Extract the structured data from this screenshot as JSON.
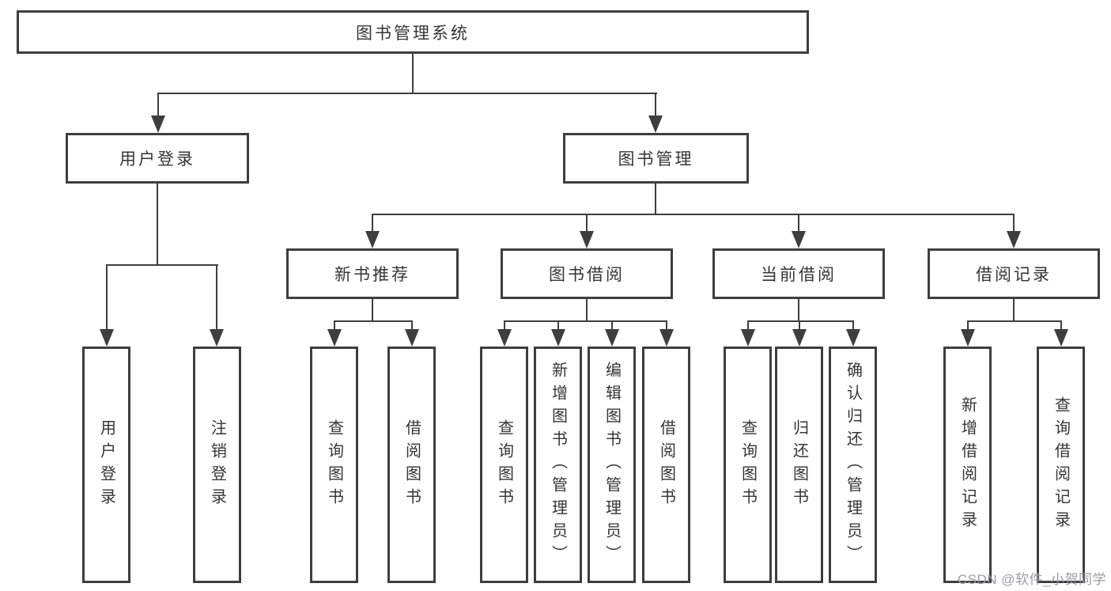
{
  "diagram": {
    "root": {
      "label": "图书管理系统"
    },
    "branches": [
      {
        "label": "用户登录",
        "children": [
          {
            "label": "用户登录"
          },
          {
            "label": "注销登录"
          }
        ]
      },
      {
        "label": "图书管理",
        "children": [
          {
            "label": "新书推荐",
            "children": [
              {
                "label": "查询图书"
              },
              {
                "label": "借阅图书"
              }
            ]
          },
          {
            "label": "图书借阅",
            "children": [
              {
                "label": "查询图书"
              },
              {
                "label": "新增图书（管理员）"
              },
              {
                "label": "编辑图书（管理员）"
              },
              {
                "label": "借阅图书"
              }
            ]
          },
          {
            "label": "当前借阅",
            "children": [
              {
                "label": "查询图书"
              },
              {
                "label": "归还图书"
              },
              {
                "label": "确认归还（管理员）"
              }
            ]
          },
          {
            "label": "借阅记录",
            "children": [
              {
                "label": "新增借阅记录"
              },
              {
                "label": "查询借阅记录"
              }
            ]
          }
        ]
      }
    ]
  },
  "watermark": {
    "text": "CSDN @软件_小贺同学"
  },
  "colors": {
    "line": "#3e3e3e",
    "text": "#353535",
    "background": "#ffffff",
    "watermark": "#9c9ca0"
  }
}
